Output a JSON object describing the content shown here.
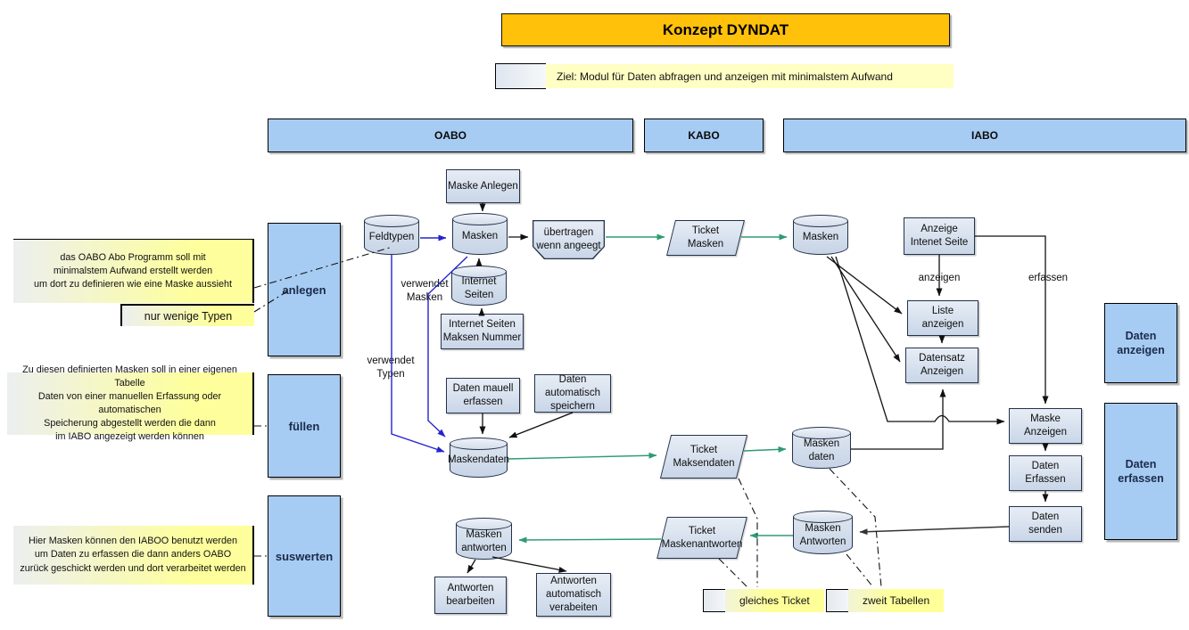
{
  "title": "Konzept DYNDAT",
  "goal": "Ziel: Modul für Daten abfragen und anzeigen mit minimalstem Aufwand",
  "columns": {
    "oabo": "OABO",
    "kabo": "KABO",
    "iabo": "IABO"
  },
  "phases": {
    "anlegen": "anlegen",
    "fuellen": "füllen",
    "auswerten": "suswerten"
  },
  "side_notes": {
    "note_anlegen": "das OABO Abo Programm soll mit\nminimalstem Aufwand erstellt werden\num dort zu definieren wie eine Maske aussieht",
    "note_typen": "nur wenige Typen",
    "note_fuellen": "Zu diesen definierten Masken soll in einer eigenen Tabelle\nDaten von einer manuellen Erfassung oder automatischen\nSpeicherung abgestellt werden die dann\nim IABO angezeigt werden können",
    "note_auswerten": "Hier Masken können den IABOO benutzt werden\num Daten zu erfassen die dann anders OABO\nzurück geschickt werden und dort verarbeitet werden",
    "note_ticket": "gleiches Ticket",
    "note_tabellen": "zweit Tabellen"
  },
  "nodes": {
    "maske_anlegen": "Maske Anlegen",
    "feldtypen": "Feldtypen",
    "masken_oabo": "Masken",
    "uebertragen": "übertragen\nwenn angeegt",
    "internet_seiten": "Internet\nSeiten",
    "internet_seiten_nummer": "Internet Seiten\nMaksen Nummer",
    "daten_manuell": "Daten mauell\nerfassen",
    "daten_automatisch": "Daten automatisch\nspeichern",
    "maskendaten": "Maskendaten",
    "masken_antworten_oabo": "Masken\nantworten",
    "antworten_bearbeiten": "Antworten\nbearbeiten",
    "antworten_automatisch": "Antworten\nautomatisch\nverabeiten",
    "ticket_masken": "Ticket\nMasken",
    "ticket_maksendaten": "Ticket\nMaksendaten",
    "ticket_maskenantworten": "Ticket\nMaskenantworten",
    "masken_iabo": "Masken",
    "anzeige_internet_seite": "Anzeige\nIntenet Seite",
    "liste_anzeigen": "Liste\nanzeigen",
    "datensatz_anzeigen": "Datensatz\nAnzeigen",
    "masken_daten_iabo": "Masken\ndaten",
    "maske_anzeigen": "Maske\nAnzeigen",
    "daten_erfassen": "Daten\nErfassen",
    "daten_senden": "Daten\nsenden",
    "masken_antworten_iabo": "Masken\nAntworten"
  },
  "groups": {
    "daten_anzeigen": "Daten\nanzeigen",
    "daten_erfassen": "Daten\nerfassen"
  },
  "edge_labels": {
    "verwendet_masken": "verwendet\nMasken",
    "verwendet_typen": "verwendet\nTypen",
    "anzeigen": "anzeigen",
    "erfassen": "erfassen"
  },
  "colors": {
    "title_bg": "#FFC10A",
    "header_bg": "#A7CCF3",
    "node_fill": "#CFDBEA",
    "note_yellow": "#FEFF9C",
    "arrow_black": "#111111",
    "arrow_green": "#2E9B74",
    "arrow_blue": "#2424CC"
  }
}
